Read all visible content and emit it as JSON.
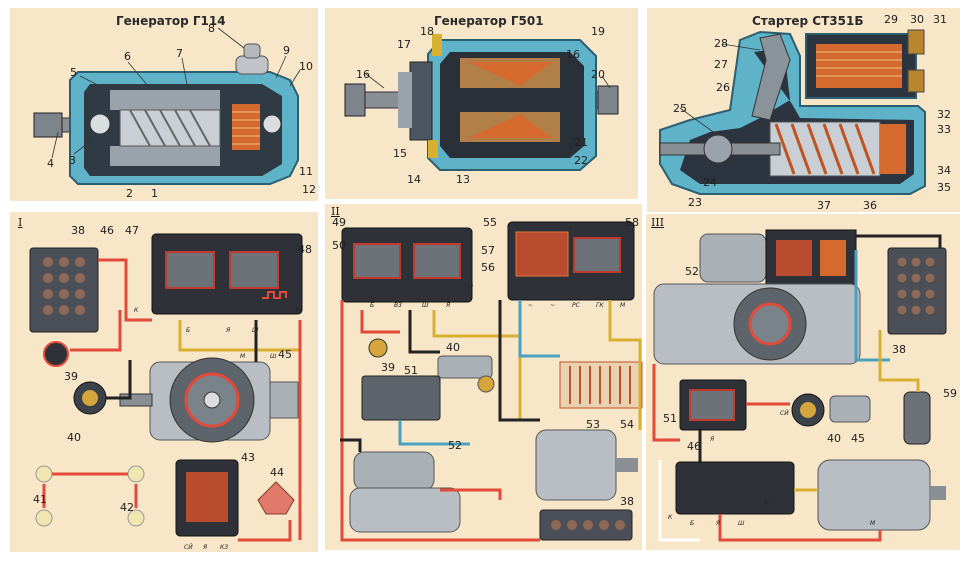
{
  "panels": {
    "g114": {
      "title": "Генератор Г114",
      "callouts": [
        "1",
        "2",
        "3",
        "4",
        "5",
        "6",
        "7",
        "8",
        "9",
        "10",
        "11",
        "12"
      ]
    },
    "g501": {
      "title": "Генератор Г501",
      "callouts": [
        "13",
        "14",
        "15",
        "16",
        "16",
        "17",
        "18",
        "19",
        "20",
        "21",
        "22"
      ]
    },
    "st351b": {
      "title": "Стартер СТ351Б",
      "callouts": [
        "23",
        "24",
        "25",
        "26",
        "27",
        "28",
        "29",
        "30",
        "31",
        "32",
        "33",
        "34",
        "35",
        "36",
        "37"
      ]
    }
  },
  "diagrams": {
    "one": {
      "numeral": "I",
      "callouts": [
        "38",
        "39",
        "40",
        "41",
        "42",
        "43",
        "44",
        "45",
        "46",
        "47",
        "48"
      ],
      "terminals": [
        "К",
        "Б",
        "Я",
        "Ш",
        "М",
        "М",
        "Ш",
        "СЙ",
        "Я",
        "КЗ"
      ]
    },
    "two": {
      "numeral": "II",
      "callouts": [
        "38",
        "39",
        "40",
        "49",
        "50",
        "51",
        "52",
        "53",
        "54",
        "55",
        "56",
        "57",
        "58"
      ],
      "terminals": [
        "Б",
        "В3",
        "Ш",
        "Я",
        "М",
        "~",
        "~",
        "РС",
        "ГК",
        "М"
      ]
    },
    "three": {
      "numeral": "III",
      "callouts": [
        "38",
        "40",
        "45",
        "46",
        "51",
        "52",
        "59"
      ],
      "terminals": [
        "К",
        "Б",
        "Я",
        "Ш",
        "М",
        "КГ",
        "Я",
        "СЙ"
      ]
    }
  }
}
